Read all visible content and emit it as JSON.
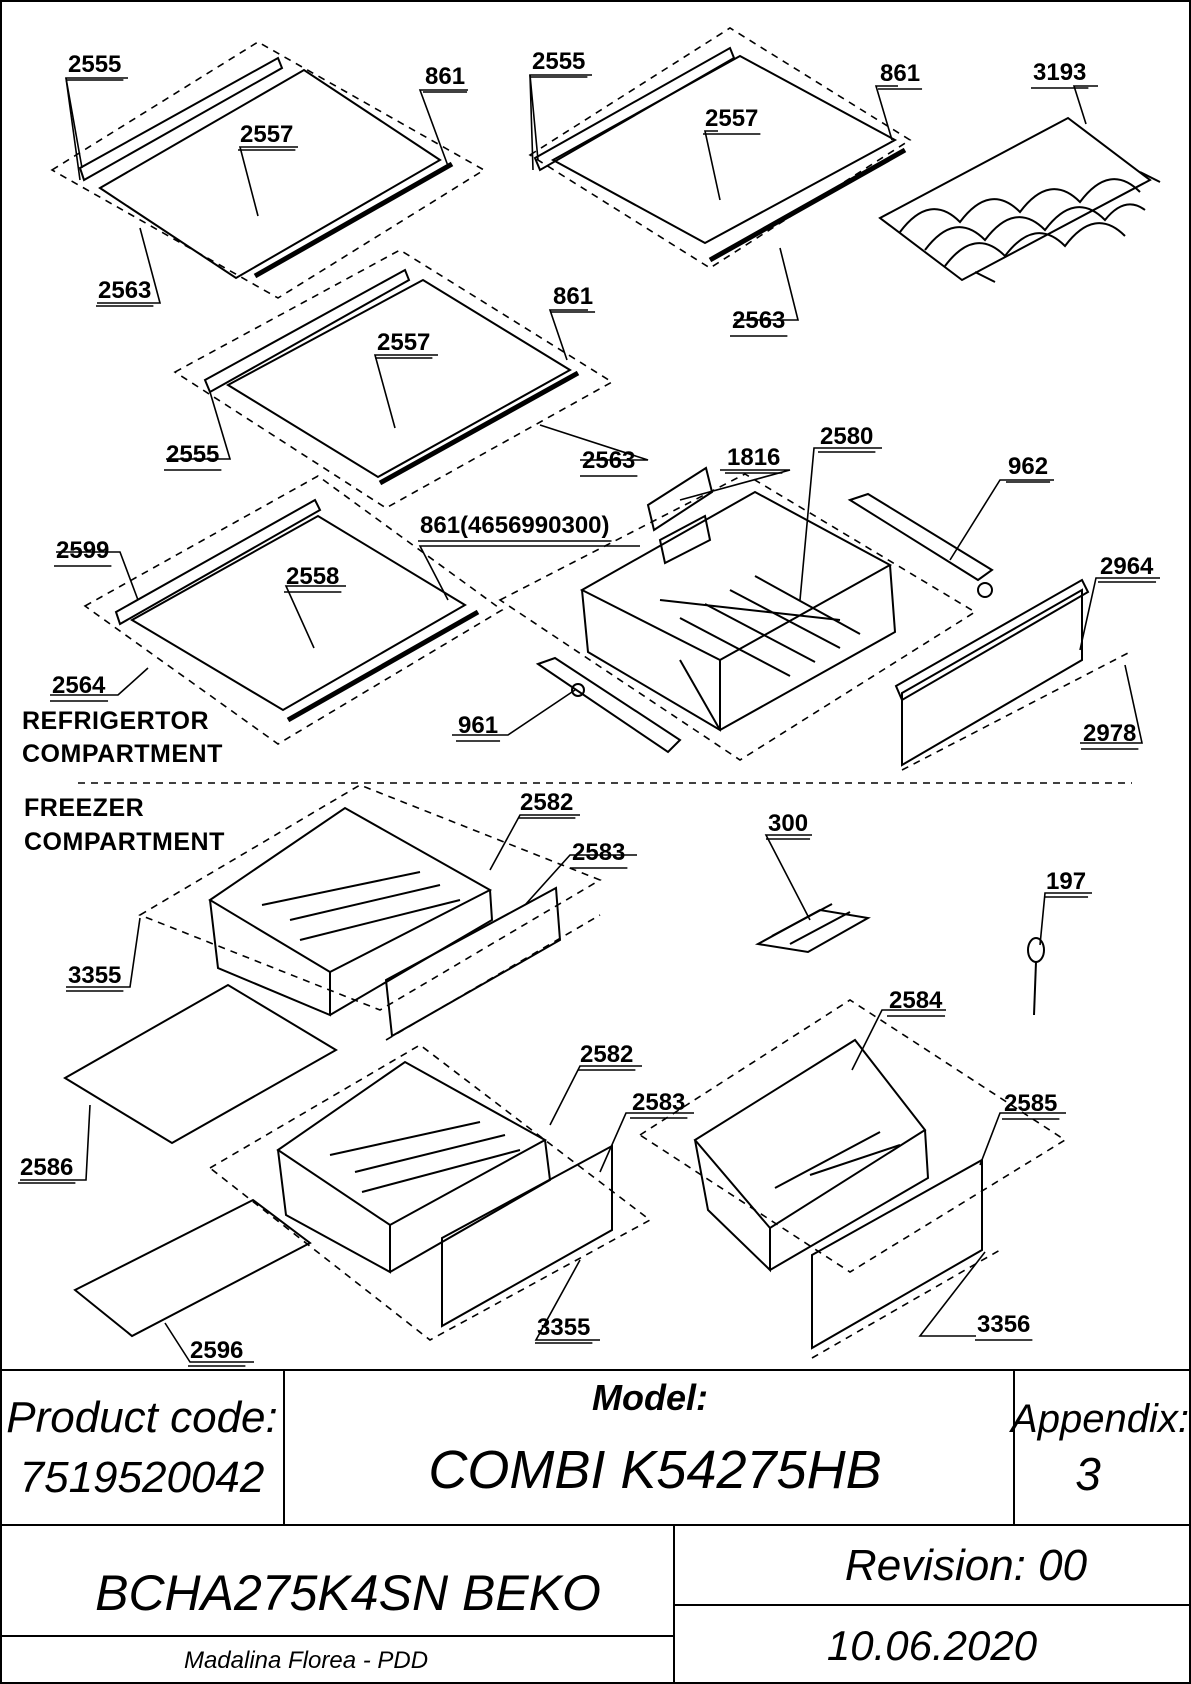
{
  "diagram": {
    "sections": {
      "refrigerator_line1": "REFRIGERTOR",
      "refrigerator_line2": "COMPARTMENT",
      "freezer_line1": "FREEZER",
      "freezer_line2": "COMPARTMENT"
    },
    "callouts": {
      "c2555a": "2555",
      "c2557a": "2557",
      "c861a": "861",
      "c2563a": "2563",
      "c2555b": "2555",
      "c2557b": "2557",
      "c861b": "861",
      "c2563b": "2563",
      "c3193": "3193",
      "c861c": "861",
      "c2557c": "2557",
      "c2555c": "2555",
      "c2563c": "2563",
      "c1816": "1816",
      "c2580": "2580",
      "c962": "962",
      "c2599": "2599",
      "c2558": "2558",
      "c861long": "861(4656990300)",
      "c2564": "2564",
      "c2964": "2964",
      "c961": "961",
      "c2978": "2978",
      "c2582a": "2582",
      "c2583a": "2583",
      "c300": "300",
      "c197": "197",
      "c3355a": "3355",
      "c2584": "2584",
      "c2582b": "2582",
      "c2583b": "2583",
      "c2585": "2585",
      "c2586": "2586",
      "c3355b": "3355",
      "c3356": "3356",
      "c2596": "2596"
    }
  },
  "title_block": {
    "product_code_label": "Product code:",
    "product_code_value": "7519520042",
    "model_label": "Model:",
    "model_value": "COMBI K54275HB",
    "appendix_label": "Appendix:",
    "appendix_value": "3",
    "product_name": "BCHA275K4SN BEKO",
    "revision": "Revision: 00",
    "author": "Madalina Florea - PDD",
    "date": "10.06.2020"
  }
}
